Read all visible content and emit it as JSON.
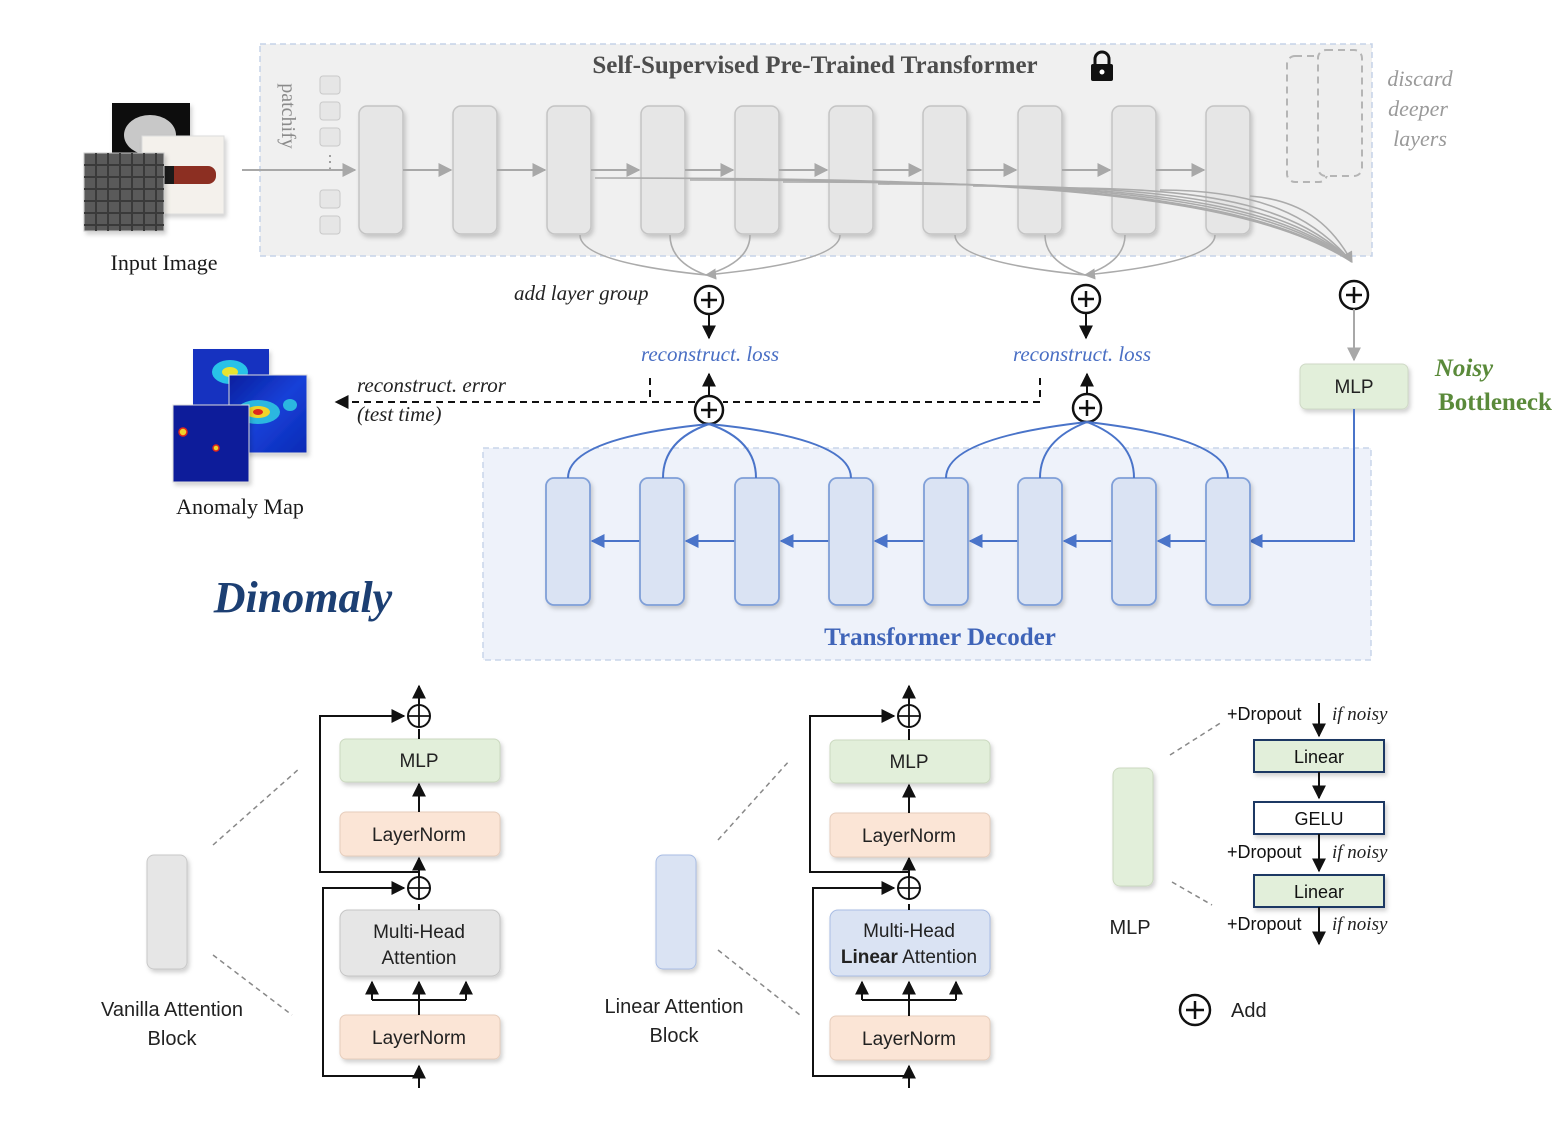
{
  "encoder": {
    "title": "Self-Supervised Pre-Trained Transformer",
    "patchify_label": "patchify",
    "discard_label": [
      "discard",
      "deeper",
      "layers"
    ],
    "layer_count": 10
  },
  "input": {
    "label": "Input Image"
  },
  "fusion": {
    "add_layer_group_label": "add layer group",
    "recon_loss_label": "reconstruct. loss",
    "recon_error_label": "reconstruct. error",
    "test_time_label": "(test time)"
  },
  "bottleneck": {
    "mlp_label": "MLP",
    "noisy_label": "Noisy",
    "bottleneck_label": "Bottleneck"
  },
  "decoder": {
    "title": "Transformer Decoder",
    "layer_count": 8
  },
  "anomaly": {
    "label": "Anomaly Map"
  },
  "brand": {
    "name": "Dinomaly"
  },
  "vanilla_block": {
    "label_lines": [
      "Vanilla Attention",
      "Block"
    ],
    "mlp": "MLP",
    "norm_top": "LayerNorm",
    "attn_lines": [
      "Multi-Head",
      "Attention"
    ],
    "norm_bottom": "LayerNorm"
  },
  "linear_block": {
    "label_lines": [
      "Linear Attention",
      "Block"
    ],
    "mlp": "MLP",
    "norm_top": "LayerNorm",
    "attn_line1": "Multi-Head",
    "attn_bold": "Linear",
    "attn_rest": " Attention",
    "norm_bottom": "LayerNorm"
  },
  "mlp_detail": {
    "label": "MLP",
    "dropout": "+Dropout",
    "if_noisy": "if noisy",
    "linear": "Linear",
    "gelu": "GELU"
  },
  "legend": {
    "add_label": "Add"
  },
  "colors": {
    "encoder_bg": "#f0f0f0",
    "decoder_bg": "#eef2fa",
    "decoder_line": "#4a74c9",
    "mlp_green": "#e2efda",
    "norm_peach": "#fbe5d6",
    "linear_attn_blue": "#dae3f3"
  }
}
